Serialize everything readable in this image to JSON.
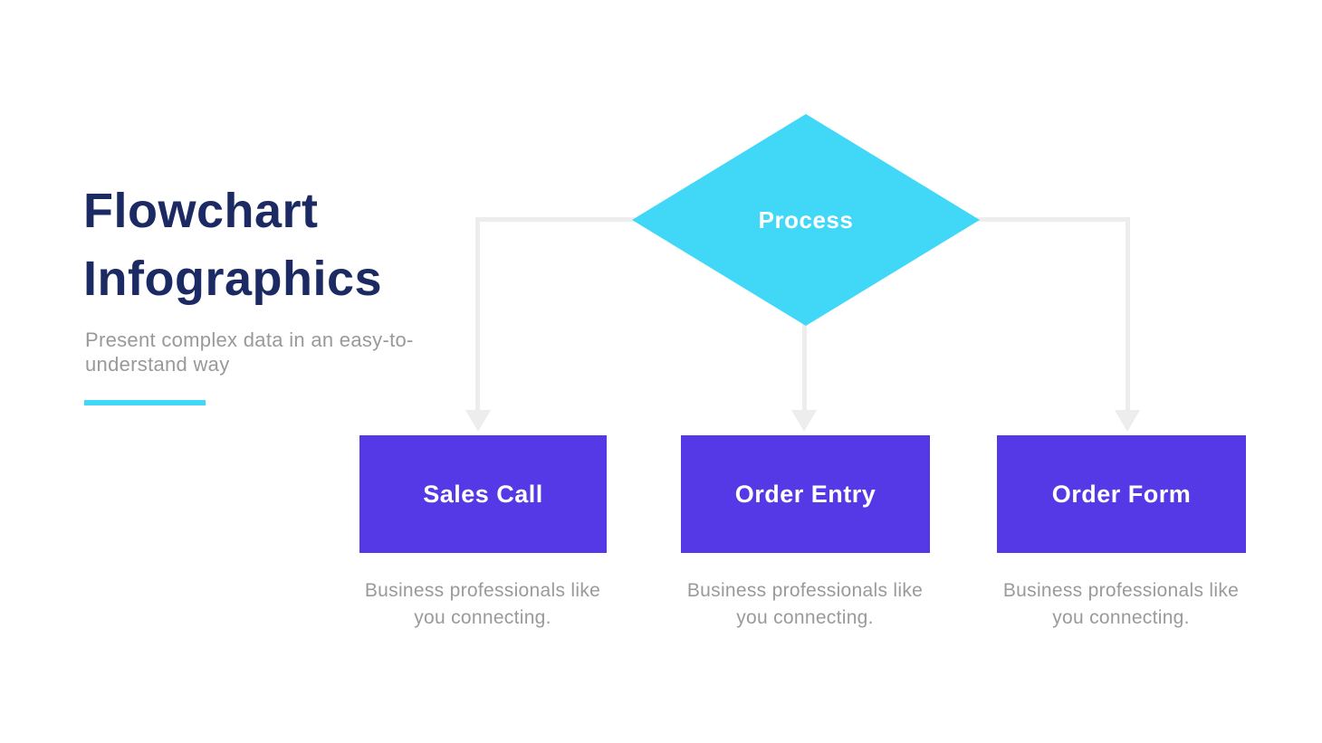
{
  "page": {
    "background_color": "#ffffff"
  },
  "header": {
    "title": "Flowchart Infographics",
    "subtitle": "Present complex data in an easy-to-understand way",
    "title_color": "#1b2a63",
    "subtitle_color": "#999999",
    "accent_color": "#41d8f8"
  },
  "flowchart": {
    "connector_color": "#ededed",
    "root": {
      "label": "Process",
      "shape": "diamond",
      "color": "#41d8f8",
      "text_color": "#ffffff"
    },
    "nodes": [
      {
        "label": "Sales Call",
        "description": "Business professionals like you connecting.",
        "shape": "rectangle",
        "color": "#5639e6",
        "text_color": "#ffffff"
      },
      {
        "label": "Order Entry",
        "description": "Business professionals like you connecting.",
        "shape": "rectangle",
        "color": "#5639e6",
        "text_color": "#ffffff"
      },
      {
        "label": "Order Form",
        "description": "Business professionals like you connecting.",
        "shape": "rectangle",
        "color": "#5639e6",
        "text_color": "#ffffff"
      }
    ]
  }
}
